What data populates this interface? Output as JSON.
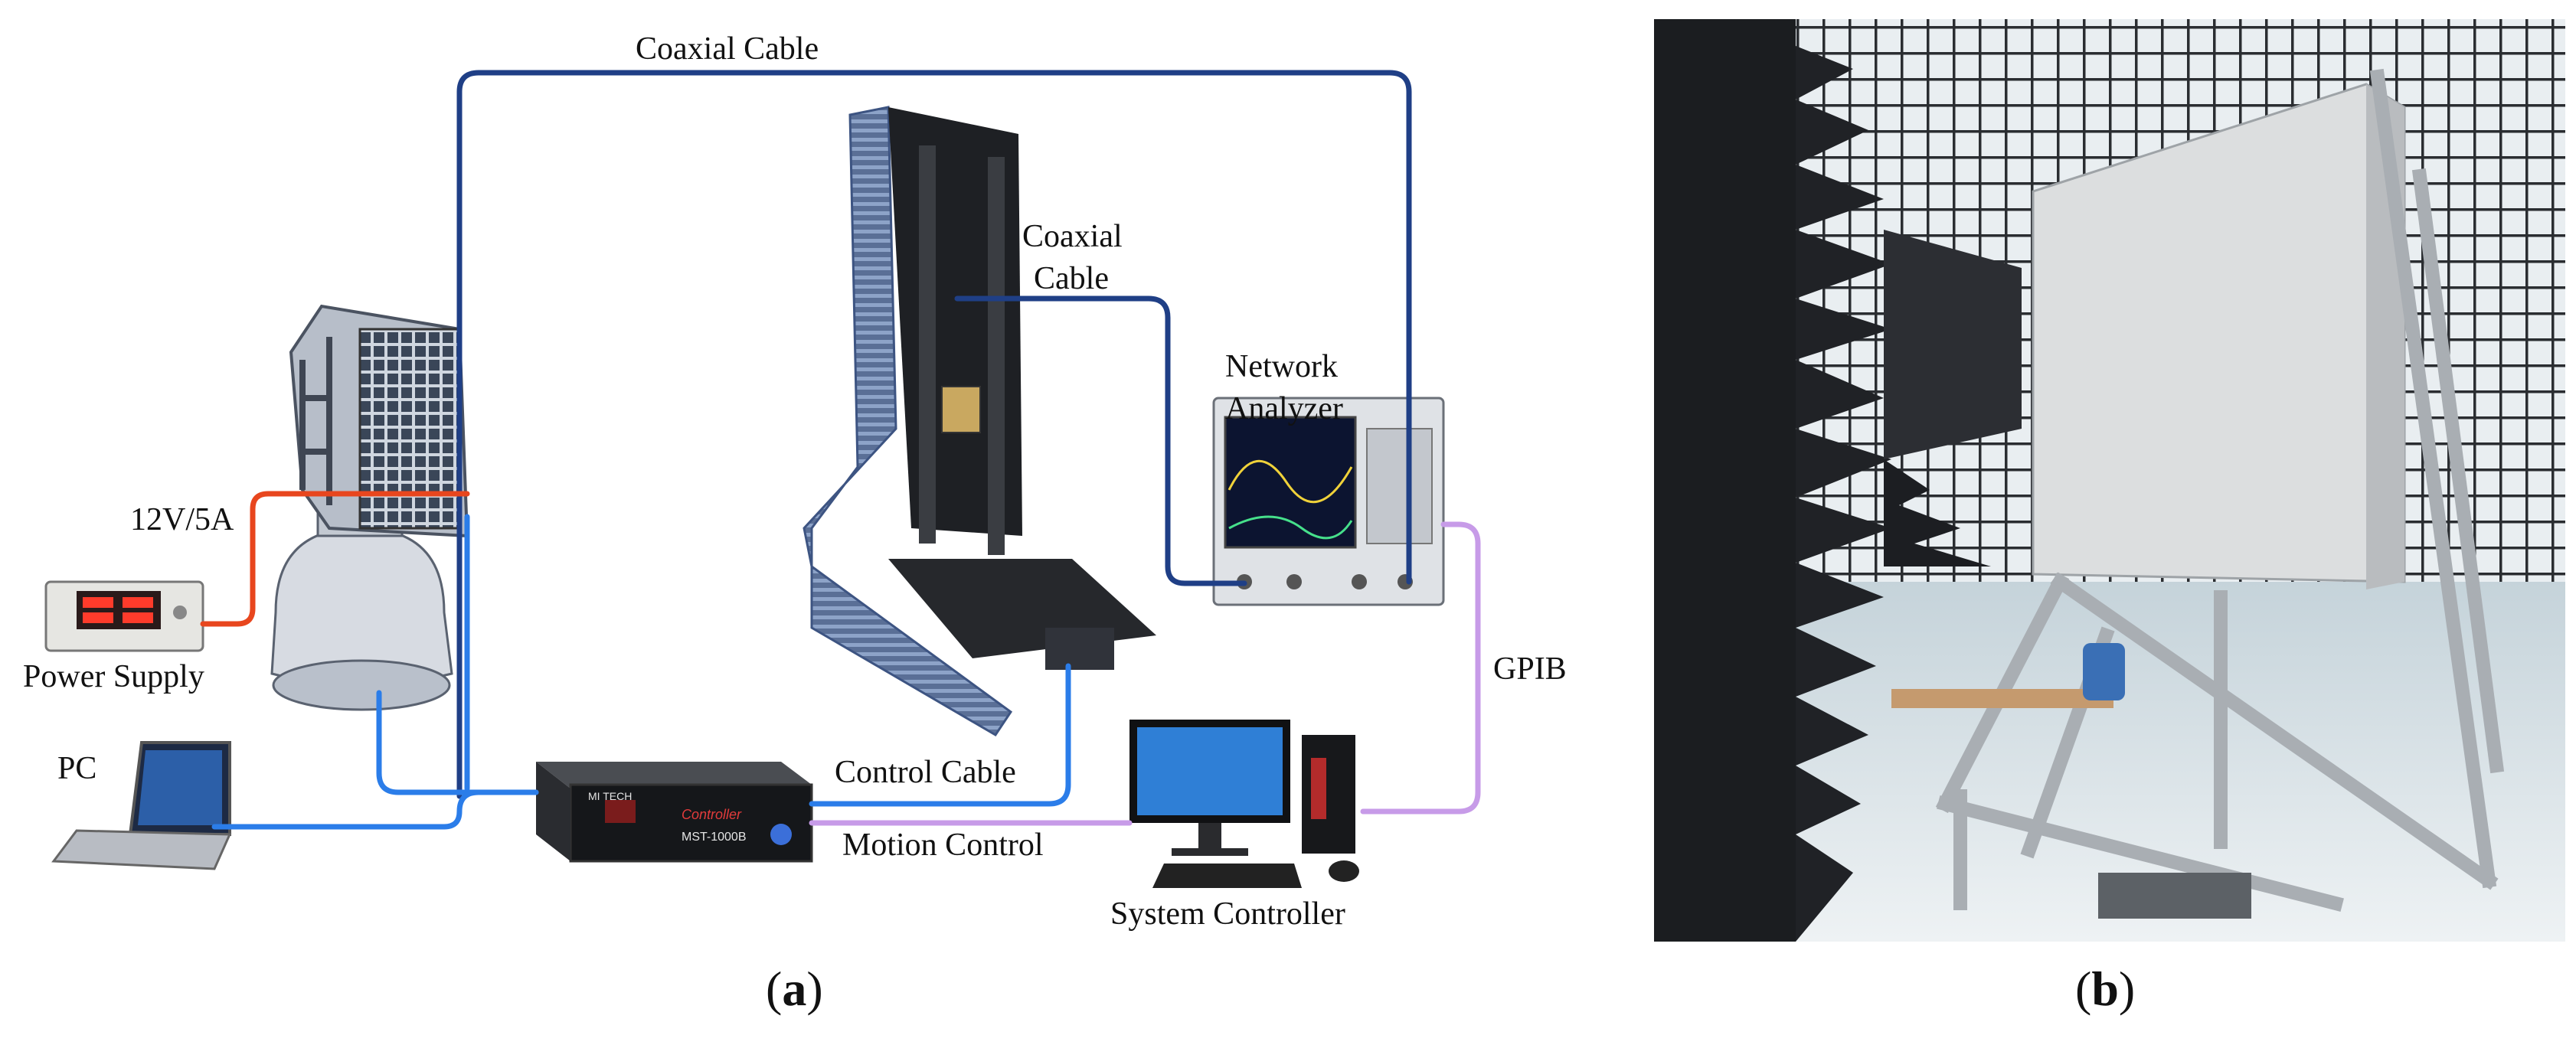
{
  "panel_a": {
    "labels": {
      "coaxial_cable_top": "Coaxial Cable",
      "coaxial_cable_mid_line1": "Coaxial",
      "coaxial_cable_mid_line2": "Cable",
      "network_analyzer_line1": "Network",
      "network_analyzer_line2": "Analyzer",
      "power_rating": "12V/5A",
      "power_supply": "Power Supply",
      "pc": "PC",
      "control_cable": "Control Cable",
      "motion_control": "Motion Control",
      "gpib": "GPIB",
      "system_controller": "System Controller"
    },
    "device_text": {
      "controller_brand": "MI TECH",
      "controller_name": "Controller",
      "controller_model": "MST-1000B"
    },
    "caption_open": "(",
    "caption_letter": "a",
    "caption_close": ")"
  },
  "panel_b": {
    "caption_open": "(",
    "caption_letter": "b",
    "caption_close": ")"
  },
  "colors": {
    "coaxial": "#1f3f86",
    "control": "#2b7de9",
    "power": "#e8461e",
    "motion": "#c79be8",
    "photo_floor": "#d9e2e6",
    "absorber": "#1b1d20"
  }
}
